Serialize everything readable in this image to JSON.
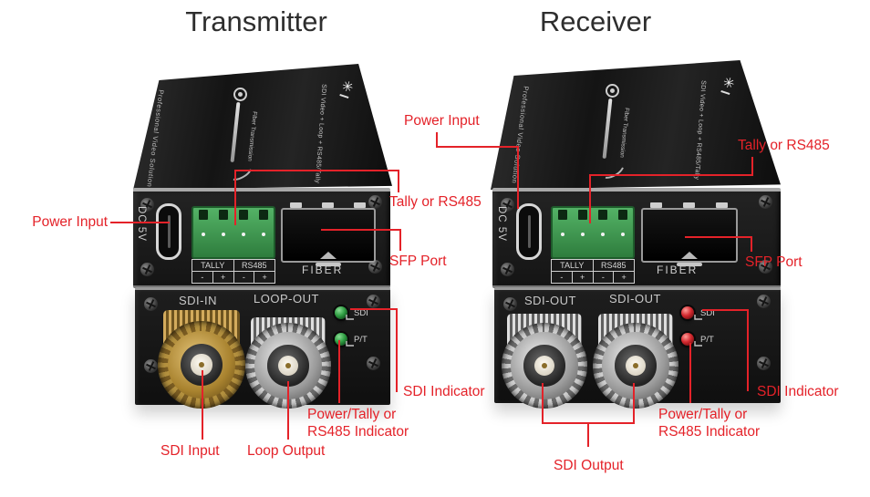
{
  "titles": {
    "transmitter": "Transmitter",
    "receiver": "Receiver"
  },
  "brand": {
    "logo_glyph": "✳"
  },
  "colors": {
    "annotation_red": "#e42229",
    "tx_led_green": "#2f9e43",
    "rx_led_red": "#d3282e",
    "terminal_green": "#3f9e53",
    "gold_connector": "#b4913f",
    "silver_connector": "#bdbdbd",
    "device_body": "#1a1a1a"
  },
  "tx": {
    "top": {
      "brand": "Professional Video Solution",
      "fiber": "Fiber Transmission",
      "features": "SDI Video + Loop + RS485/Tally"
    },
    "front": {
      "dc": "DC 5V",
      "tally": "TALLY",
      "rs485": "RS485",
      "pins": [
        "-",
        "+",
        "-",
        "+"
      ],
      "fiber": "FIBER"
    },
    "rear": {
      "port1": "SDI-IN",
      "port2": "LOOP-OUT",
      "led1": "SDI",
      "led2": "P/T"
    },
    "labels": {
      "power_input": "Power Input",
      "tally_rs485": "Tally or RS485",
      "sfp_port": "SFP Port",
      "sdi_indicator": "SDI Indicator",
      "pt_indicator_line1": "Power/Tally or",
      "pt_indicator_line2": "RS485 Indicator",
      "sdi_input": "SDI Input",
      "loop_output": "Loop Output"
    }
  },
  "rx": {
    "top": {
      "brand": "Professional Video Solution",
      "fiber": "Fiber Transmission",
      "features": "SDI Video + Loop + RS485/Tally"
    },
    "front": {
      "dc": "DC 5V",
      "tally": "TALLY",
      "rs485": "RS485",
      "pins": [
        "-",
        "+",
        "-",
        "+"
      ],
      "fiber": "FIBER"
    },
    "rear": {
      "port1": "SDI-OUT",
      "port2": "SDI-OUT",
      "led1": "SDI",
      "led2": "P/T"
    },
    "labels": {
      "power_input": "Power Input",
      "tally_rs485": "Tally or RS485",
      "sfp_port": "SFP Port",
      "sdi_indicator": "SDI Indicator",
      "pt_indicator_line1": "Power/Tally or",
      "pt_indicator_line2": "RS485 Indicator",
      "sdi_output": "SDI Output"
    }
  }
}
